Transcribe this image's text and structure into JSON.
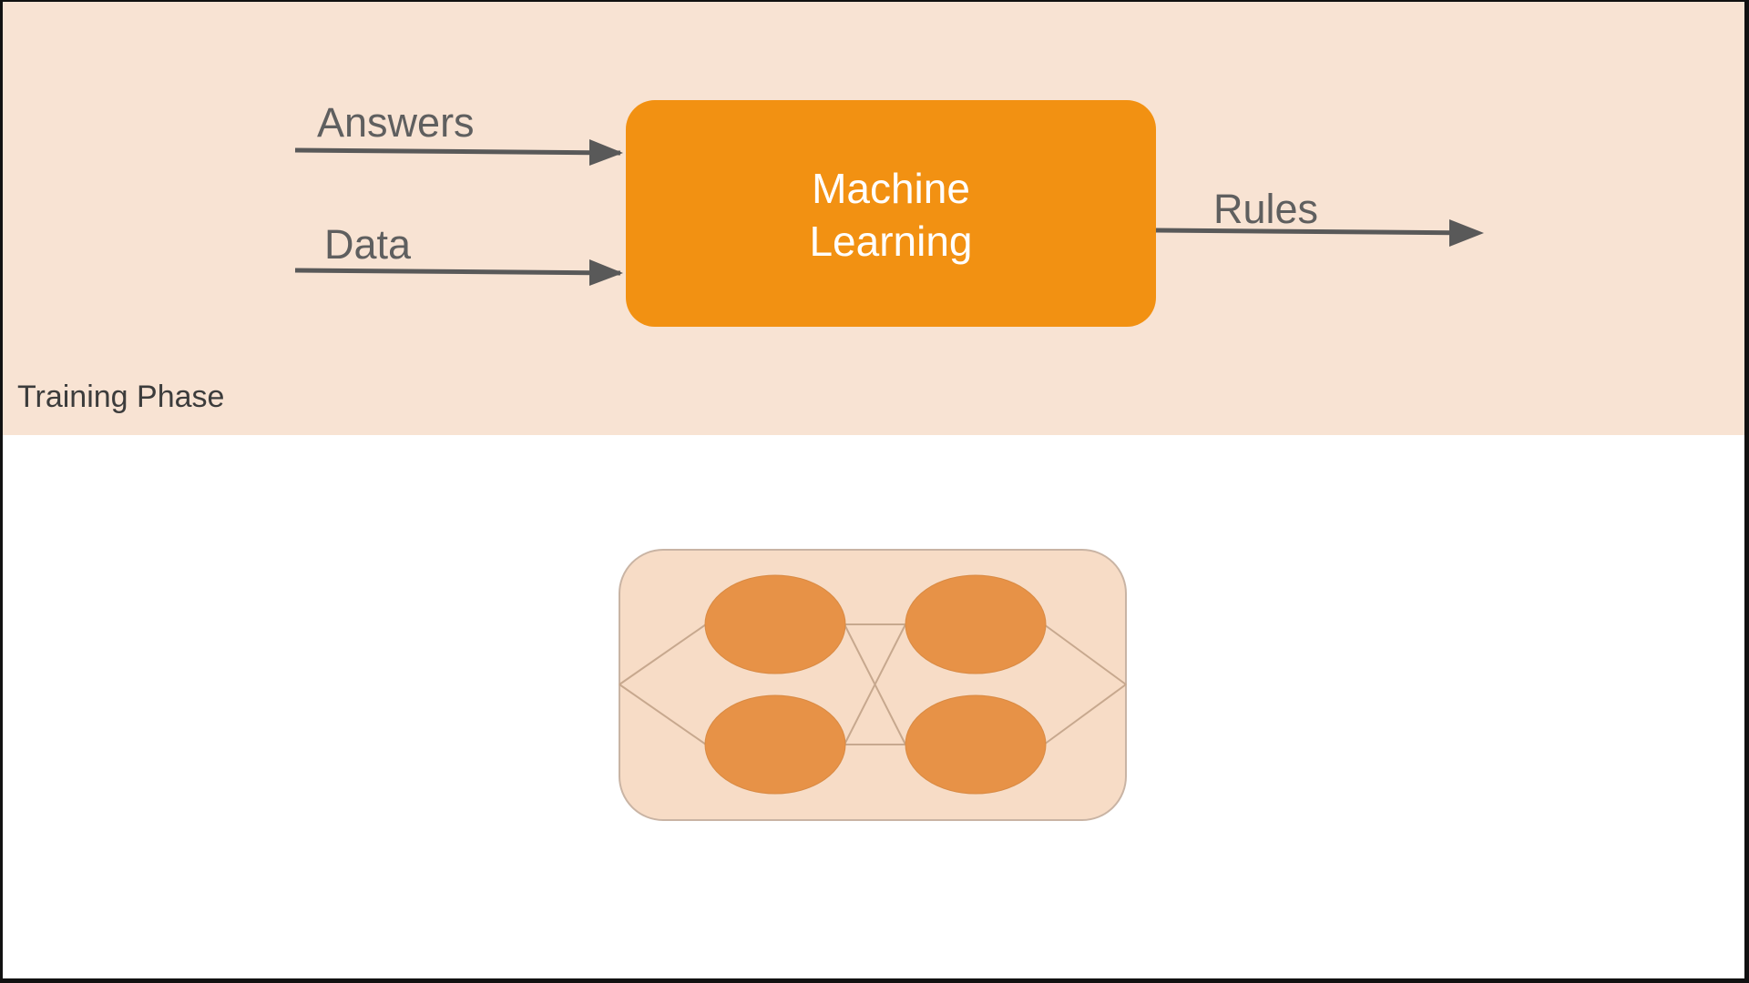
{
  "inputs": [
    {
      "label": "Answers"
    },
    {
      "label": "Data"
    }
  ],
  "process": {
    "line1": "Machine",
    "line2": "Learning"
  },
  "output": {
    "label": "Rules"
  },
  "phase_label": "Training Phase",
  "network": {
    "columns": 2,
    "nodes_per_column": 2
  },
  "colors": {
    "band_background": "#f8e3d3",
    "process_box": "#f29112",
    "process_text": "#ffffff",
    "arrow": "#595959",
    "label_text": "#5f5f5f",
    "network_container": "#f7dcc6",
    "network_border": "#c9b4a4",
    "network_node": "#e79247",
    "network_edge": "#c7a88e"
  }
}
